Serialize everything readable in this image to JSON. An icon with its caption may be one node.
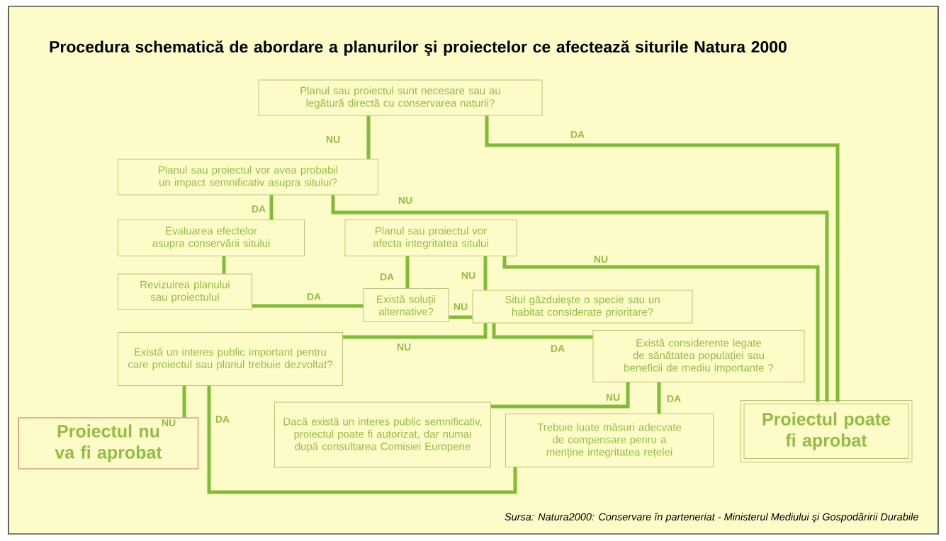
{
  "diagram": {
    "title": "Procedura schematică de abordare a planurilor şi proiectelor ce afectează siturile Natura 2000",
    "caption": "Sursa: Natura2000: Conservare în parteneriat - Ministerul Mediului şi Gospodăririi Durabile",
    "nodes": [
      {
        "text": [
          "Planul sau proiectul sunt necesare sau au legătură directă cu conservarea naturii?"
        ]
      },
      {
        "text": [
          "Planul sau proiectul vor avea probabil un impact semnificativ asupra sitului?"
        ]
      },
      {
        "text": [
          "Evaluarea efectelor asupra conservării sitului"
        ]
      },
      {
        "text": [
          "Planul sau proiectul vor afecta integritatea sitului"
        ]
      },
      {
        "text": [
          "Revizuirea planului sau proiectului"
        ]
      },
      {
        "text": [
          "Există soluții alternative?"
        ]
      },
      {
        "text": [
          "Situl găzduieşte o specie sau un habitat considerate prioritare?"
        ]
      },
      {
        "text": [
          "Există un interes public important pentru care proiectul sau planul trebuie dezvoltat?"
        ]
      },
      {
        "text": [
          "Există considerente legate de sănătatea populației sau beneficii de mediu importante ?"
        ]
      },
      {
        "text": [
          "Proiectul nu va fi aprobat"
        ]
      },
      {
        "text": [
          "Dacă există un interes public semnificativ, proiectul poate fi autorizat, dar numai după consultarea Comisiei Europene"
        ]
      },
      {
        "text": [
          "Trebuie luate măsuri adecvate de compensare penru a menține integritatea rețelei"
        ]
      },
      {
        "text": [
          "Proiectul poate fi aprobat"
        ]
      }
    ],
    "edges": [
      {
        "from": 0,
        "to": 1,
        "arrow": "none",
        "label": "NU"
      },
      {
        "from": 0,
        "to": 12,
        "arrow": "none",
        "label": "DA"
      },
      {
        "from": 1,
        "to": 2,
        "arrow": "none",
        "label": "DA"
      },
      {
        "from": 1,
        "to": 12,
        "arrow": "none",
        "label": "NU"
      },
      {
        "from": 2,
        "to": 4,
        "arrow": "none"
      },
      {
        "from": 3,
        "to": 5,
        "arrow": "none",
        "label": "DA"
      },
      {
        "from": 3,
        "to": 6,
        "arrow": "none",
        "label": "NU"
      },
      {
        "from": 3,
        "to": 12,
        "arrow": "none",
        "label": "NU"
      },
      {
        "from": 5,
        "to": 4,
        "arrow": "none",
        "label": "DA"
      },
      {
        "from": 5,
        "to": 6,
        "arrow": "none",
        "label": "NU"
      },
      {
        "from": 6,
        "to": 7,
        "arrow": "none",
        "label": "NU"
      },
      {
        "from": 6,
        "to": 8,
        "arrow": "none",
        "label": "DA"
      },
      {
        "from": 7,
        "to": 9,
        "arrow": "none",
        "label": "NU"
      },
      {
        "from": 7,
        "to": 11,
        "arrow": "none",
        "label": "DA"
      },
      {
        "from": 8,
        "to": 10,
        "arrow": "none",
        "label": "NU"
      },
      {
        "from": 8,
        "to": 11,
        "arrow": "none",
        "label": "DA"
      }
    ]
  }
}
